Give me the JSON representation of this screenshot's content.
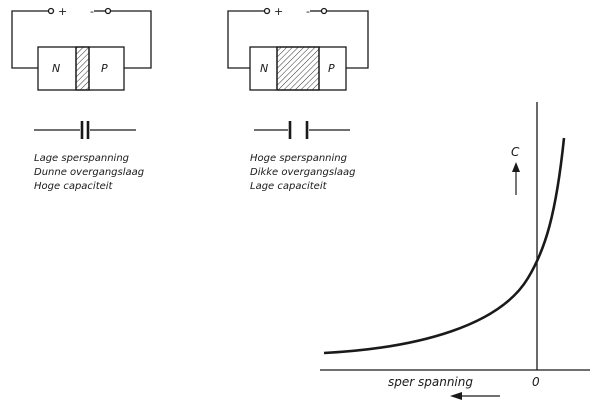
{
  "diagram_left": {
    "plus_label": "+",
    "minus_label": "-",
    "n_label": "N",
    "p_label": "P",
    "caption_lines": [
      "Lage sperspanning",
      "Dunne overgangslaag",
      "Hoge capaciteit"
    ]
  },
  "diagram_right": {
    "plus_label": "+",
    "minus_label": "-",
    "n_label": "N",
    "p_label": "P",
    "caption_lines": [
      "Hoge sperspanning",
      "Dikke overgangslaag",
      "Lage capaciteit"
    ]
  },
  "graph": {
    "y_axis_label": "C",
    "x_axis_label": "sper spanning",
    "origin_label": "0"
  }
}
